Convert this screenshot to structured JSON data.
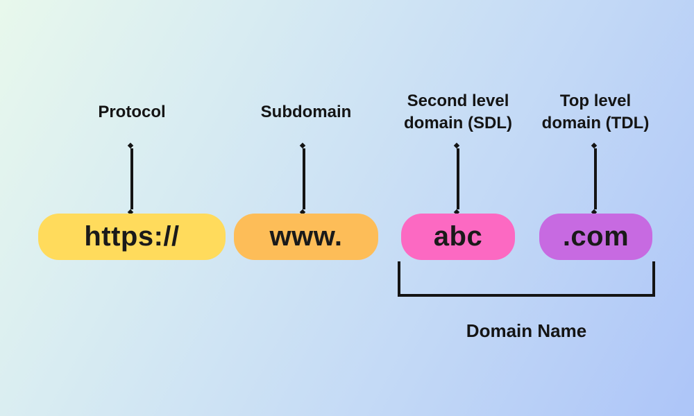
{
  "background": {
    "gradient_from": "#e8f8ec",
    "gradient_to": "#adc5f8"
  },
  "ink_color": "#141414",
  "segments": [
    {
      "id": "protocol",
      "label": "Protocol",
      "value": "https://",
      "pill_color": "#ffdb5c"
    },
    {
      "id": "subdomain",
      "label": "Subdomain",
      "value": "www.",
      "pill_color": "#fdbd58"
    },
    {
      "id": "second-level-domain",
      "label": "Second level domain (SDL)",
      "value": "abc",
      "pill_color": "#fc69c2"
    },
    {
      "id": "top-level-domain",
      "label": "Top level domain (TDL)",
      "value": ".com",
      "pill_color": "#c76ae1"
    }
  ],
  "bracket": {
    "label": "Domain Name",
    "covers": [
      "second-level-domain",
      "top-level-domain"
    ]
  }
}
